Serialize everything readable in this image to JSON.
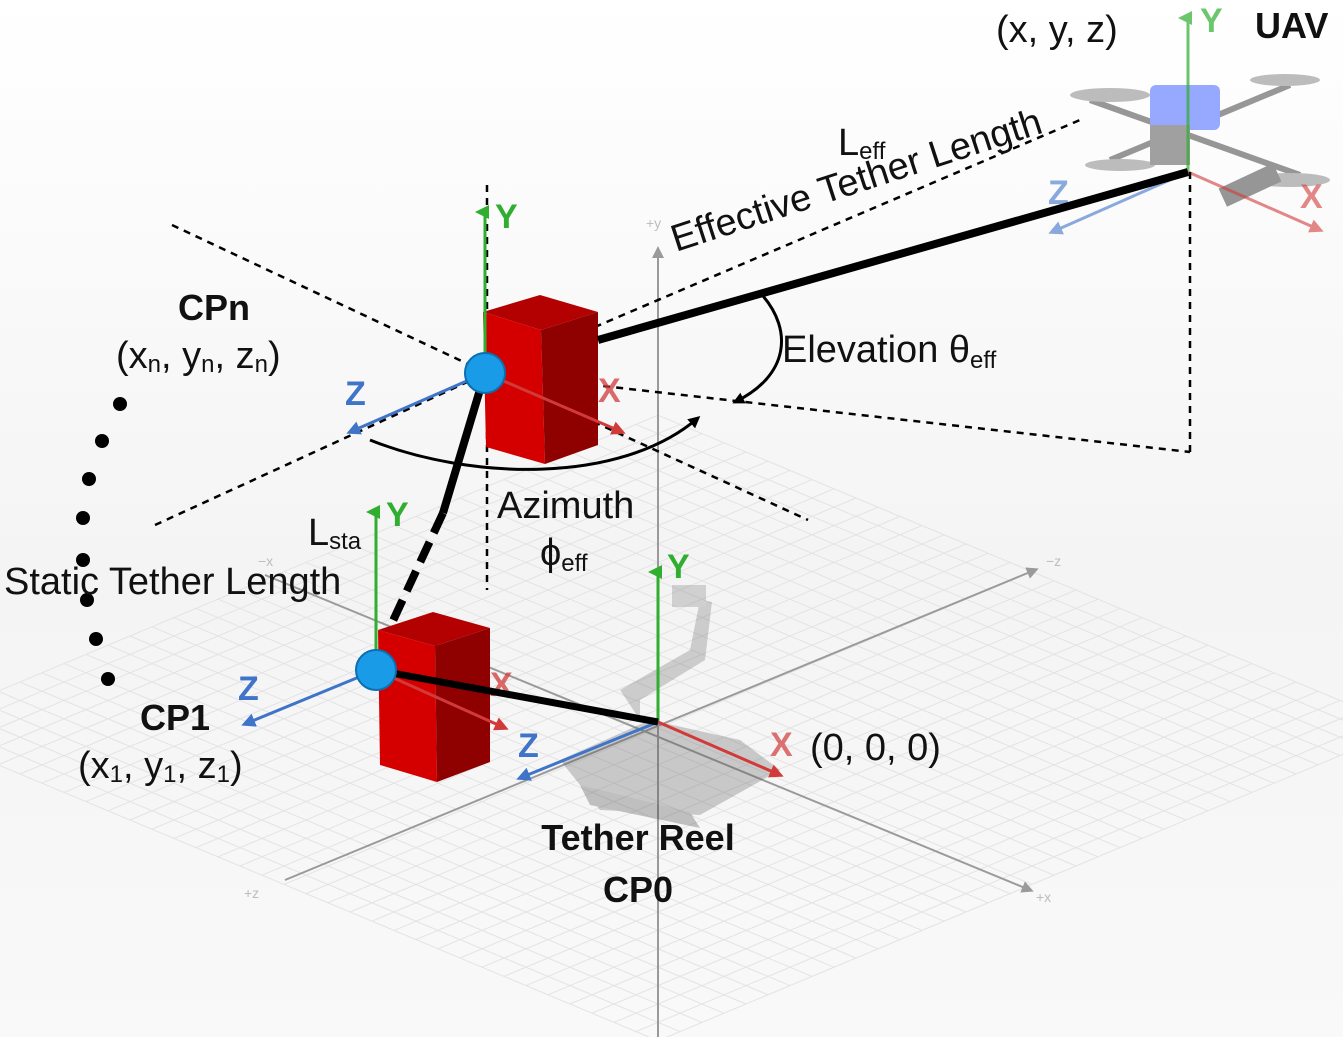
{
  "labels": {
    "uav_coords": "(x, y, z)",
    "uav_title": "UAV",
    "eff_symbol": "L",
    "eff_symbol_sub": "eff",
    "eff_length": "Effective Tether Length",
    "elevation": "Elevation θ",
    "elevation_sub": "eff",
    "azimuth": "Azimuth",
    "azimuth_symbol": "ϕ",
    "azimuth_sub": "eff",
    "cpn_title": "CPn",
    "cpn_coords_parts": [
      "(x",
      "n",
      ", y",
      "n",
      ", z",
      "n",
      ")"
    ],
    "sta_symbol": "L",
    "sta_symbol_sub": "sta",
    "static_length": "Static Tether Length",
    "cp1_title": "CP1",
    "cp1_coords_parts": [
      "(x",
      "1",
      ", y",
      "1",
      ", z",
      "1",
      ")"
    ],
    "origin": "(0, 0, 0)",
    "reel_title": "Tether Reel",
    "reel_sub": "CP0"
  },
  "axis_letters": {
    "y": "Y",
    "z": "Z",
    "x": "X"
  },
  "grid_ticks": {
    "minus_x": "−x",
    "minus_z": "−z",
    "plus_z": "+z",
    "plus_x": "+x",
    "plus_y": "+y"
  },
  "colors": {
    "axis_y": "#2fae2f",
    "axis_z": "#3f74c9",
    "axis_x": "#d23a3a",
    "block_front": "#d40000",
    "block_side": "#8f0000",
    "block_top": "#b30000",
    "joint": "#1a9be8",
    "tether": "#000000",
    "grid": "#e3e3e3"
  }
}
